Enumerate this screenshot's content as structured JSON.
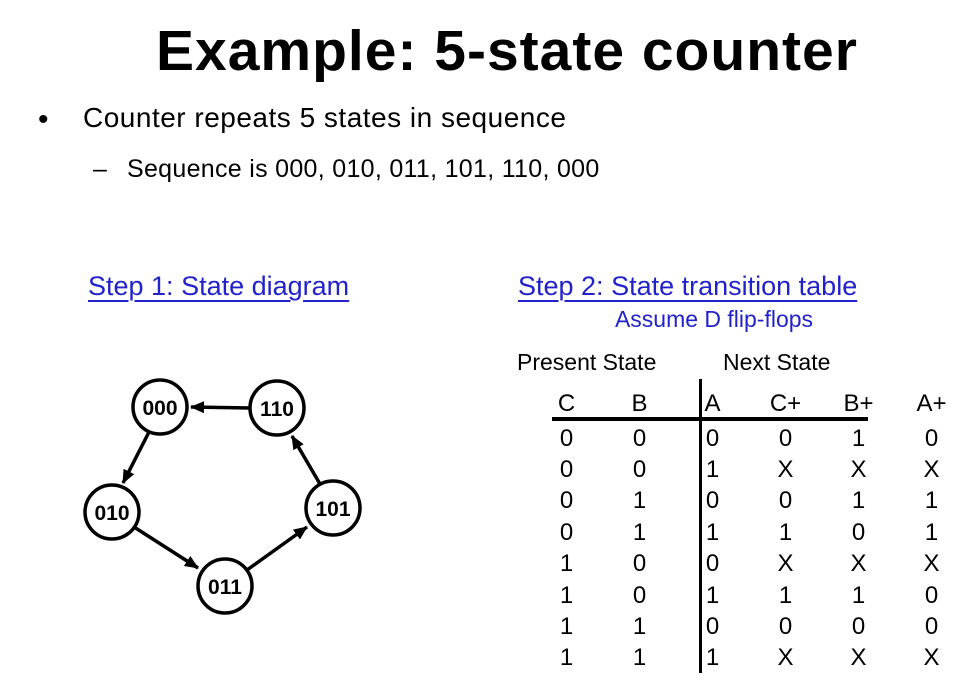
{
  "slide": {
    "title": "Example: 5-state counter",
    "bullet_glyph": "•",
    "bullet": "Counter repeats 5 states in sequence",
    "sub_bullet_dash": "–",
    "sub_bullet": "Sequence is 000, 010, 011, 101, 110, 000"
  },
  "step1": {
    "heading": "Step 1: State diagram",
    "diagram": {
      "states": [
        "000",
        "110",
        "010",
        "101",
        "011"
      ],
      "transitions": [
        {
          "from": "110",
          "to": "000"
        },
        {
          "from": "000",
          "to": "010"
        },
        {
          "from": "010",
          "to": "011"
        },
        {
          "from": "011",
          "to": "101"
        },
        {
          "from": "101",
          "to": "110"
        }
      ]
    }
  },
  "step2": {
    "heading": "Step 2: State transition table",
    "subheading": "Assume D flip-flops",
    "group_headers": [
      "Present State",
      "Next State"
    ],
    "table": {
      "columns": [
        "C",
        "B",
        "A",
        "C+",
        "B+",
        "A+"
      ],
      "rows": [
        [
          "0",
          "0",
          "0",
          "0",
          "1",
          "0"
        ],
        [
          "0",
          "0",
          "1",
          "X",
          "X",
          "X"
        ],
        [
          "0",
          "1",
          "0",
          "0",
          "1",
          "1"
        ],
        [
          "0",
          "1",
          "1",
          "1",
          "0",
          "1"
        ],
        [
          "1",
          "0",
          "0",
          "X",
          "X",
          "X"
        ],
        [
          "1",
          "0",
          "1",
          "1",
          "1",
          "0"
        ],
        [
          "1",
          "1",
          "0",
          "0",
          "0",
          "0"
        ],
        [
          "1",
          "1",
          "1",
          "X",
          "X",
          "X"
        ]
      ]
    }
  },
  "colors": {
    "accent_blue": "#2222cc",
    "text_black": "#000000",
    "background": "#ffffff"
  }
}
